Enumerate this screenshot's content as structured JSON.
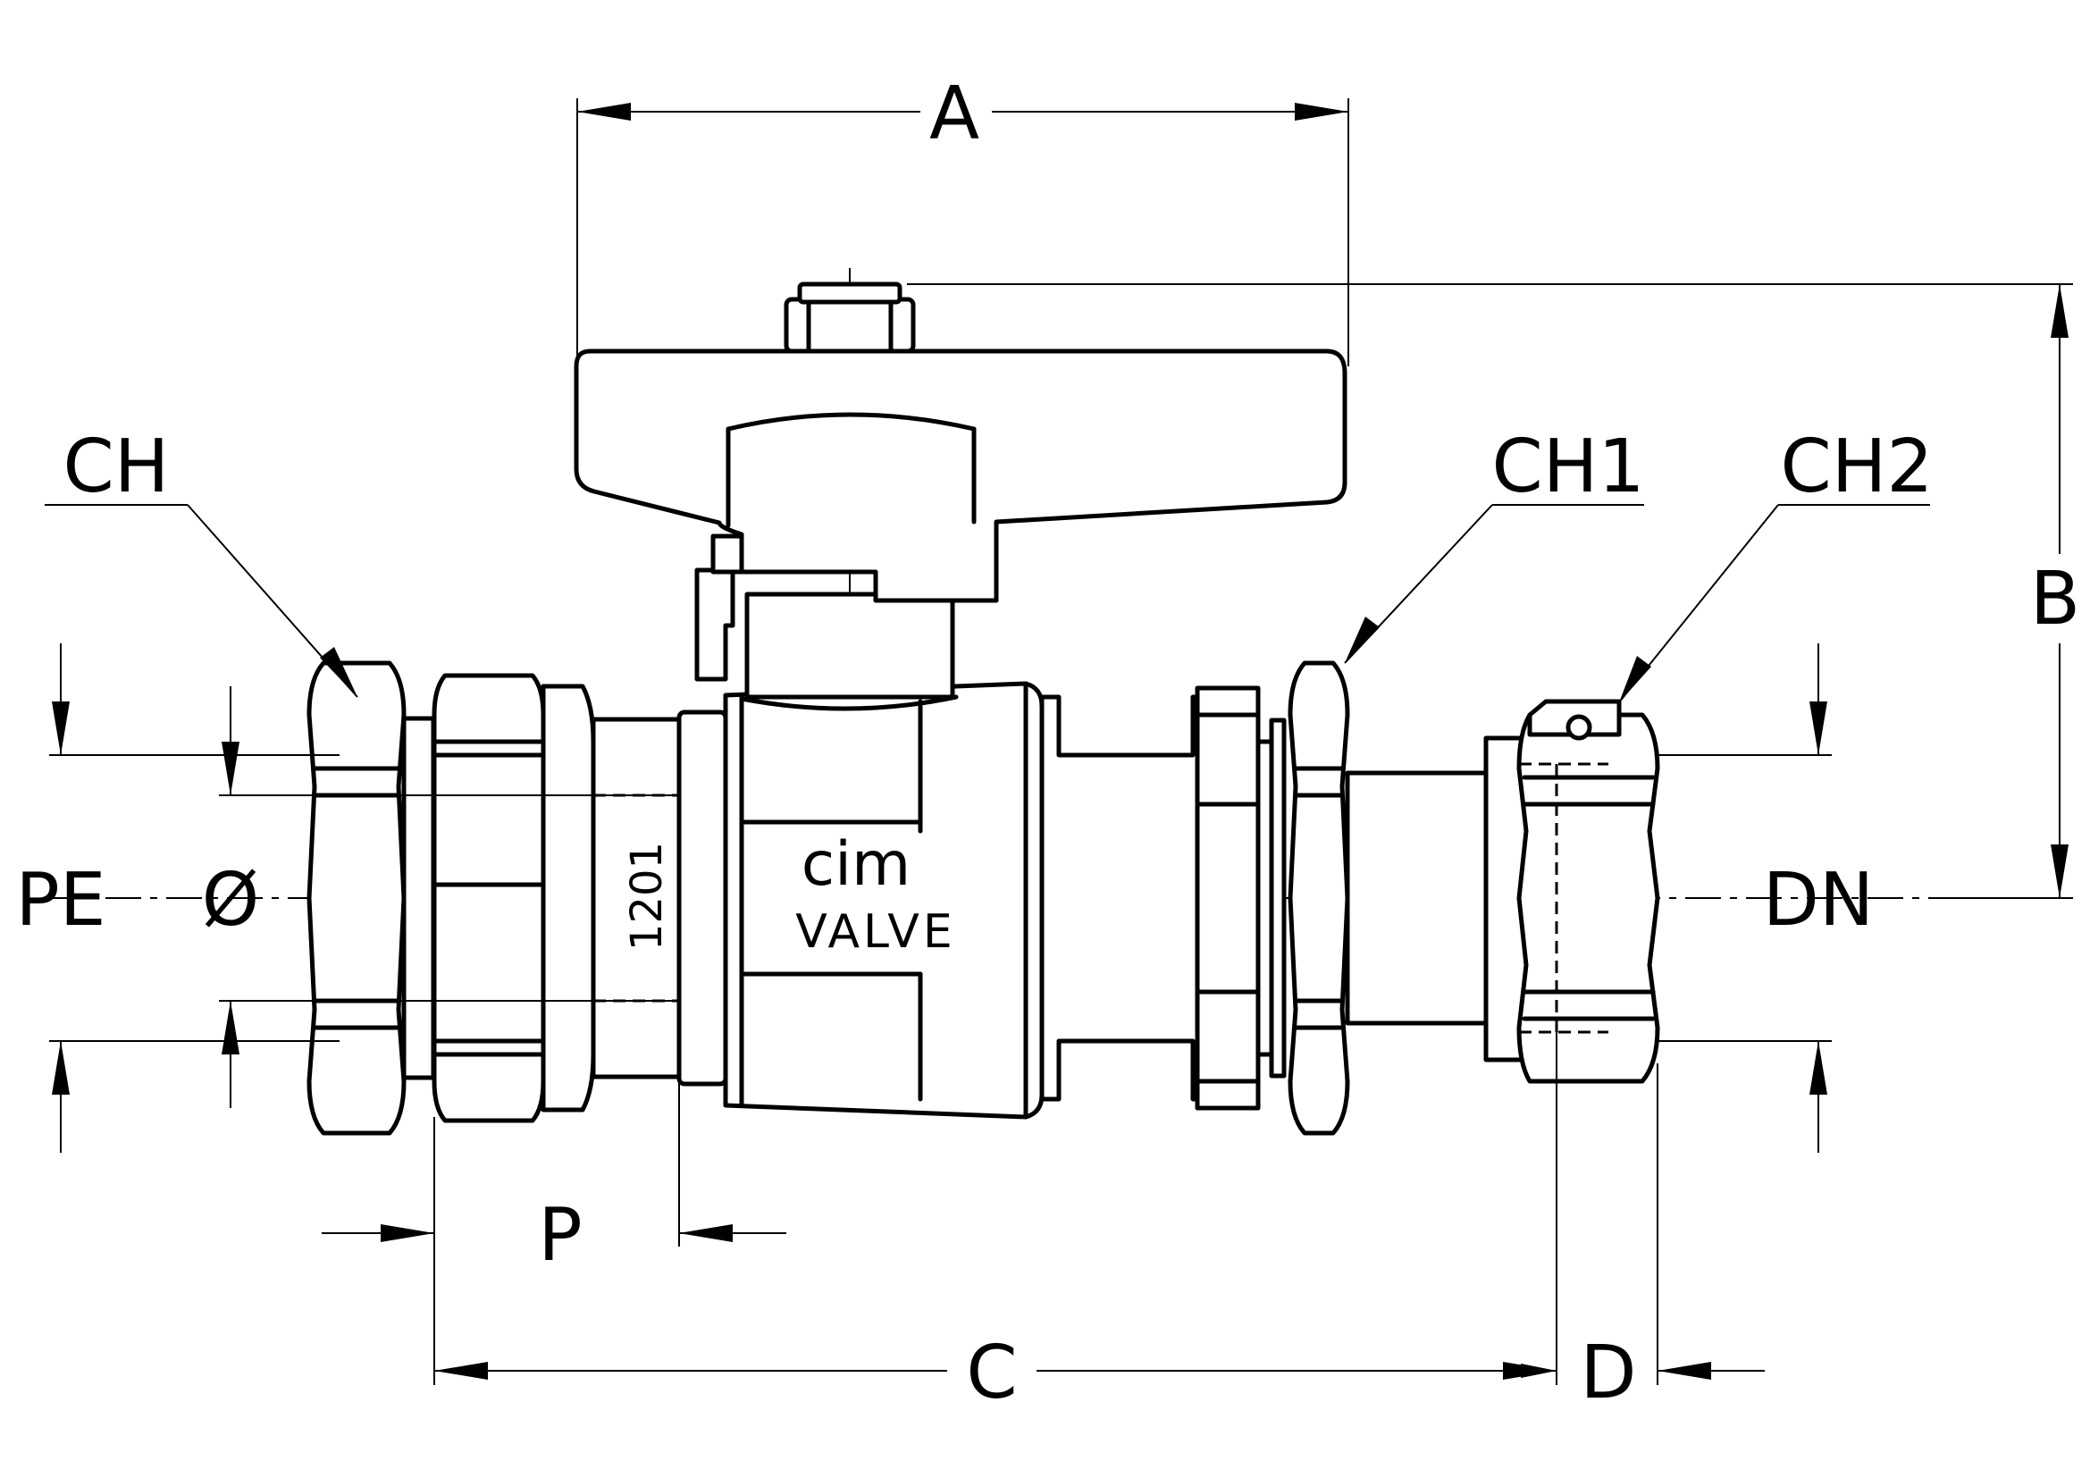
{
  "drawing": {
    "dimension_labels": {
      "A": "A",
      "B": "B",
      "C": "C",
      "D": "D",
      "P": "P",
      "PE": "PE",
      "diameter": "Ø",
      "DN": "DN",
      "CH": "CH",
      "CH1": "CH1",
      "CH2": "CH2"
    },
    "body_markings": {
      "brand": "cim",
      "brand_sub": "VALVE",
      "code": "1201"
    }
  }
}
